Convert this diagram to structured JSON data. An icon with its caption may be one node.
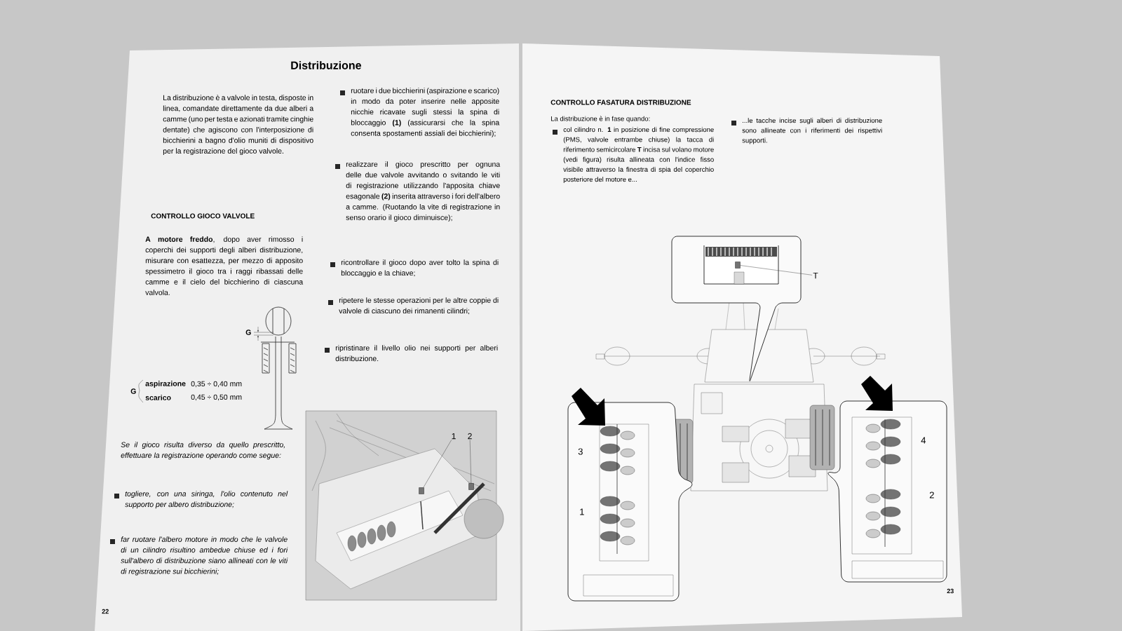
{
  "diagram": {
    "title": "Distribuzione",
    "nodes": [
      {
        "text": [
          "1"
        ]
      },
      {
        "text": [
          "2"
        ]
      },
      {
        "text": [],
        "shape": "box"
      },
      {
        "text": [],
        "shape": "box"
      },
      {
        "text": [
          "T"
        ]
      },
      {
        "text": [],
        "shape": "box"
      }
    ],
    "edges": [
      {
        "from": 0,
        "to": 2,
        "arrow": "none"
      },
      {
        "from": 1,
        "to": 3,
        "arrow": "none"
      },
      {
        "from": 4,
        "to": 5,
        "arrow": "none"
      }
    ],
    "labels": [
      "La distribuzione è a valvole in testa, disposte in linea, comandate direttamente da due alberi a camme (uno per testa e azionati tramite cinghie dentate) che agiscono con l'interposizione di bicchierini a bagno d'olio muniti di dispositivo per la registrazione del gioco valvole.",
      "CONTROLLO GIOCO VALVOLE",
      "**A motore freddo**, dopo aver rimosso i coperchi dei supporti degli alberi distribuzione, misurare con esattezza, per mezzo di apposito spessimetro il gioco tra i raggi ribassati delle camme e il cielo del bicchierino di ciascuna valvola.",
      "G",
      "G",
      "aspirazione",
      "0,35 ÷ 0,40 mm",
      "scarico",
      "0,45 ÷ 0,50 mm",
      "Se il gioco risulta diverso da quello prescritto, effettuare la registrazione operando come segue:",
      "togliere, con una siringa, l'olio contenuto nel supporto per albero distribuzione;",
      "far ruotare l'albero motore in modo che le valvole di un cilindro risultino ambedue chiuse ed i fori sull'albero di distribuzione siano allineati con le viti di registrazione sui bicchierini;",
      "22",
      "ruotare i due bicchierini (aspirazione e scarico) in modo da poter inserire nelle apposite nicchie ricavate sugli stessi la spina di bloccaggio **(1)** (assicurarsi che la spina consenta spostamenti assiali dei bicchierini);",
      "realizzare il gioco prescritto per ognuna delle due valvole avvitando o svitando le viti di registrazione utilizzando l'apposita chiave esagonale **(2)** inserita attraverso i fori dell'albero a camme. (Ruotando la vite di registrazione in senso orario il gioco diminuisce);",
      "ricontrollare il gioco dopo aver tolto la spina di bloccaggio e la chiave;",
      "ripetere le stesse operazioni per le altre coppie di valvole di ciascuno dei rimanenti cilindri;",
      "ripristinare il livello olio nei supporti per alberi distribuzione.",
      "CONTROLLO FASATURA DISTRIBUZIONE",
      "La distribuzione è in fase quando:",
      "col cilindro n. **1** in posizione di fine compressione (PMS, valvole entrambe chiuse) la tacca di riferimento semicircolare **T** incisa sul volano motore (vedi figura) risulta allineata con l'indice fisso visibile attraverso la finestra di spia del coperchio posteriore del motore e...",
      "...le tacche incise sugli alberi di distribuzione sono allineate con i riferimenti dei rispettivi supporti.",
      "3",
      "1",
      "4",
      "2",
      "23"
    ]
  }
}
